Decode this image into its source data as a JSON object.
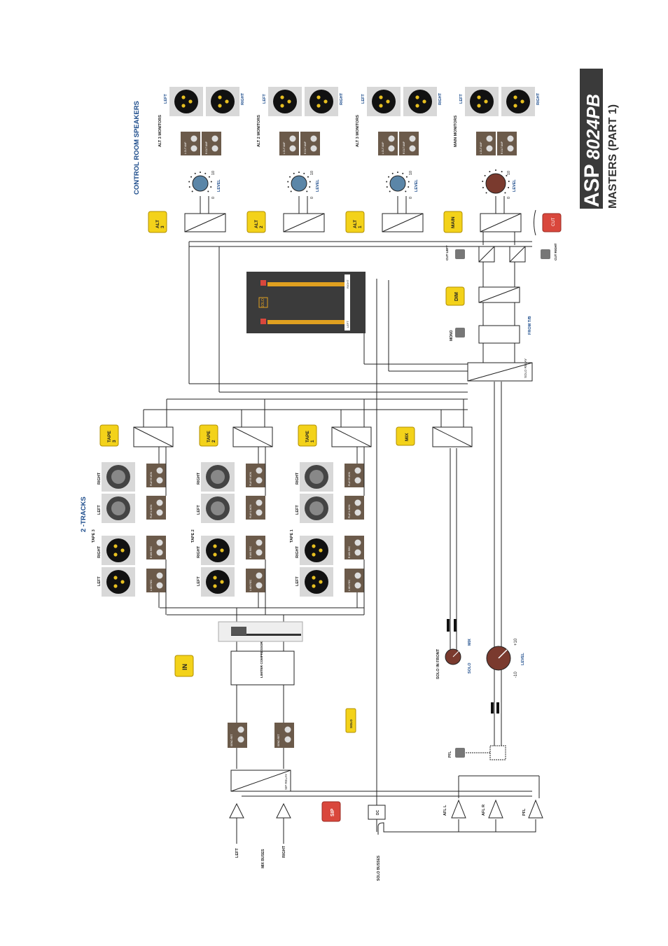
{
  "brand": {
    "logo_text": "ASP",
    "model": "8024PB",
    "subtitle": "MASTERS (PART 1)"
  },
  "section_titles": {
    "control_room": "CONTROL ROOM SPEAKERS",
    "two_tracks": "2 -TRACKS"
  },
  "speakers": [
    {
      "id": "alt3",
      "monitor_label": "ALT 3 MONITORS",
      "button": "ALT\n3",
      "left_amp": "L OUT AMP",
      "right_amp": "R OUT AMP",
      "left": "LEFT",
      "right": "RIGHT",
      "level": "LEVEL",
      "min": "0",
      "max": "10"
    },
    {
      "id": "alt2",
      "monitor_label": "ALT 2 MONITORS",
      "button": "ALT\n2",
      "left_amp": "L OUT AMP",
      "right_amp": "R OUT AMP",
      "left": "LEFT",
      "right": "RIGHT",
      "level": "LEVEL",
      "min": "0",
      "max": "10"
    },
    {
      "id": "alt1",
      "monitor_label": "ALT 3 MONITORS",
      "button": "ALT\n1",
      "left_amp": "L OUT AMP",
      "right_amp": "R OUT AMP",
      "left": "LEFT",
      "right": "RIGHT",
      "level": "LEVEL",
      "min": "0",
      "max": "10"
    },
    {
      "id": "main",
      "monitor_label": "MAIN MONITORS",
      "button": "MAIN",
      "left_amp": "L OUT AMP",
      "right_amp": "R OUT AMP",
      "left": "LEFT",
      "right": "RIGHT",
      "level": "LEVEL",
      "min": "0",
      "max": "10"
    }
  ],
  "cut_button": "CUT",
  "cut_left": "CUT\nLEFT",
  "cut_right": "CUT\nRIGHT",
  "dim_button": "DIM",
  "mono_label": "MONO",
  "from_tb": "FROM T/B",
  "solo_relay": "SOLO\nRELAY",
  "meter": {
    "solo": "SOLO",
    "left": "LEFT",
    "right": "RIGHT"
  },
  "tapes": [
    {
      "id": "tape3",
      "name": "TAPE 3",
      "button": "TAPE\n3",
      "left": "LEFT",
      "right": "RIGHT",
      "lmix": "L MIX REC",
      "rmix": "R MIX REC",
      "play_l": "PLAY L MON",
      "play_r": "PLAY R MON"
    },
    {
      "id": "tape2",
      "name": "TAPE 2",
      "button": "TAPE\n2",
      "left": "LEFT",
      "right": "RIGHT",
      "lmix": "L MIX REC",
      "rmix": "R MIX REC",
      "play_l": "PLAY L MON",
      "play_r": "PLAY R MON"
    },
    {
      "id": "tape1",
      "name": "TAPE 1",
      "button": "TAPE\n1",
      "left": "LEFT",
      "right": "RIGHT",
      "lmix": "L MIX REC",
      "rmix": "R MIX REC",
      "play_l": "PLAY L MON",
      "play_r": "PLAY R MON"
    }
  ],
  "mix_button": "MIX",
  "in_button": "IN",
  "limiter": "LIMITER\nCOMPRESSOR",
  "insert_labels": [
    "SEND  RET",
    "SEND  RET"
  ],
  "solo_small": "SOLO",
  "sip_button": "SIP",
  "sip_relay": "SIP\nRELAY",
  "dc": "DC",
  "mix_buses": {
    "left": "LEFT",
    "right": "RIGHT",
    "label": "MIX BUSES"
  },
  "solo_busses": "SOLO BUSSES",
  "afl": [
    "AFL L",
    "AFL R",
    "PFL"
  ],
  "pfl_button": "PFL",
  "solo_front": {
    "title": "SOLO IN FRONT",
    "solo": "SOLO",
    "mix": "MIX"
  },
  "level_knob": {
    "label": "LEVEL",
    "min": "-10",
    "max": "+10"
  },
  "colors": {
    "button_yellow": "#f3d21a",
    "button_red": "#d9473c",
    "knob_blue": "#5b86a8",
    "knob_brown": "#7a3a2e",
    "dark_box": "#6b5a4a",
    "xlr_bg": "#d8d8d8",
    "title_blue": "#1a4a8a"
  }
}
